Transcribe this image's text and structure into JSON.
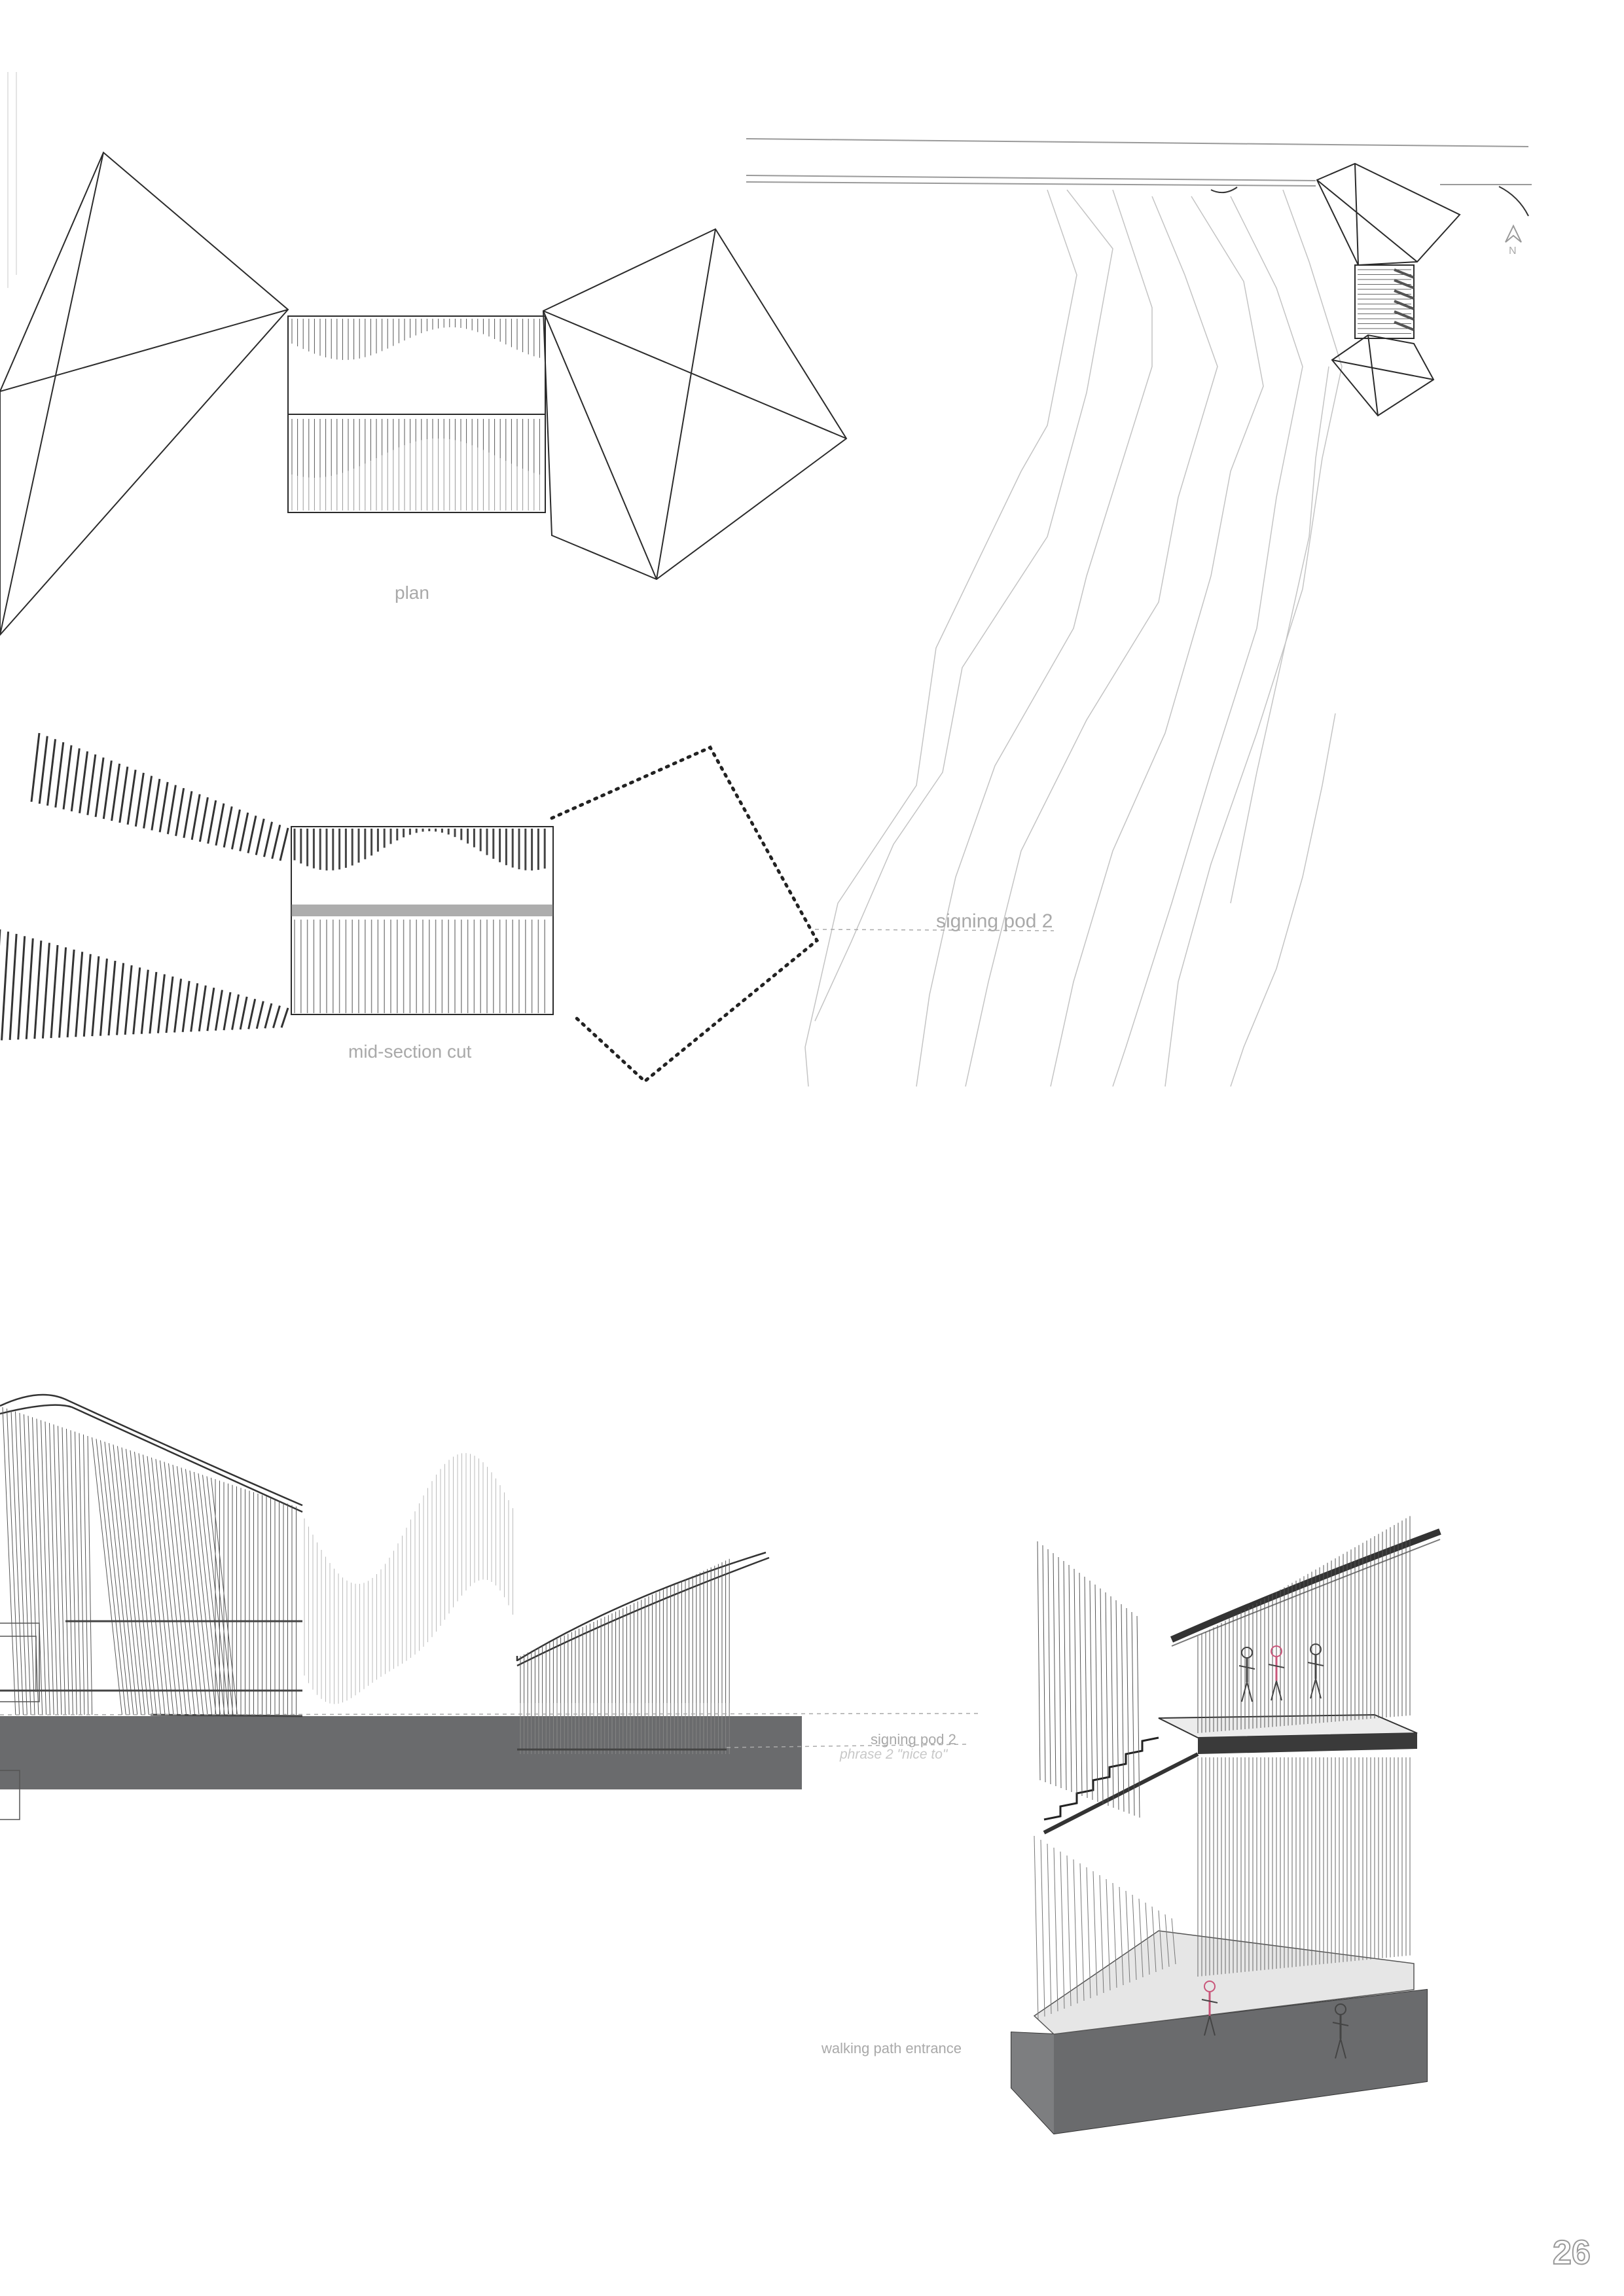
{
  "labels": {
    "plan": "plan",
    "mid_section": "mid-section cut",
    "site_pod": "signing pod 2",
    "elevation_pod": "signing pod 2",
    "elevation_phrase": "phrase 2 \"nice to\"",
    "walking_path": "walking path entrance"
  },
  "north_arrow": {
    "letter": "N",
    "icon": "north-arrow-icon"
  },
  "page_number": "26",
  "colors": {
    "line": "#2b2b2b",
    "light_line": "#bdbdbd",
    "base": "#6a6b6d",
    "label": "#a9a9a9",
    "figure_accent": "#c9567a"
  }
}
